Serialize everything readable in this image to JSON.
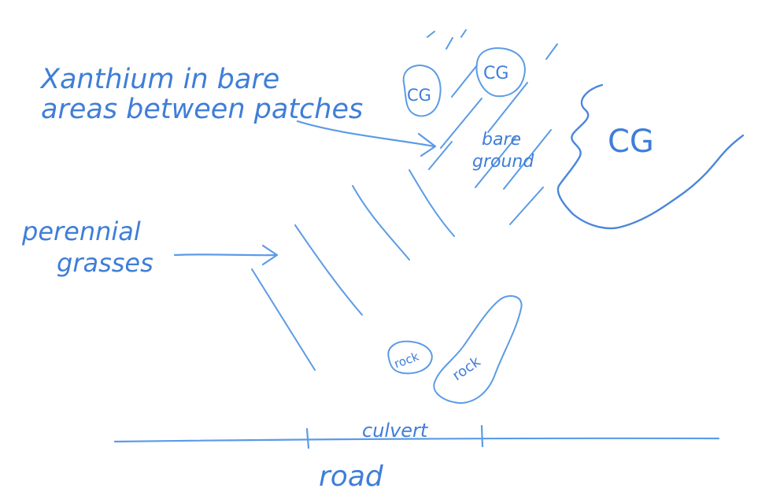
{
  "colors": {
    "ink": "#5b9be6",
    "ink_dark": "#3f7ed8",
    "paper": "#ffffff"
  },
  "labels": {
    "xanthium_line1": "Xanthium in bare",
    "xanthium_line2": "areas between patches",
    "perennial_line1": "perennial",
    "perennial_line2": "grasses",
    "bare_line1": "bare",
    "bare_line2": "ground",
    "cg_large": "CG",
    "cg_small_1": "CG",
    "cg_small_2": "CG",
    "rock_small": "rock",
    "rock_large": "rock",
    "culvert": "culvert",
    "road": "road"
  }
}
